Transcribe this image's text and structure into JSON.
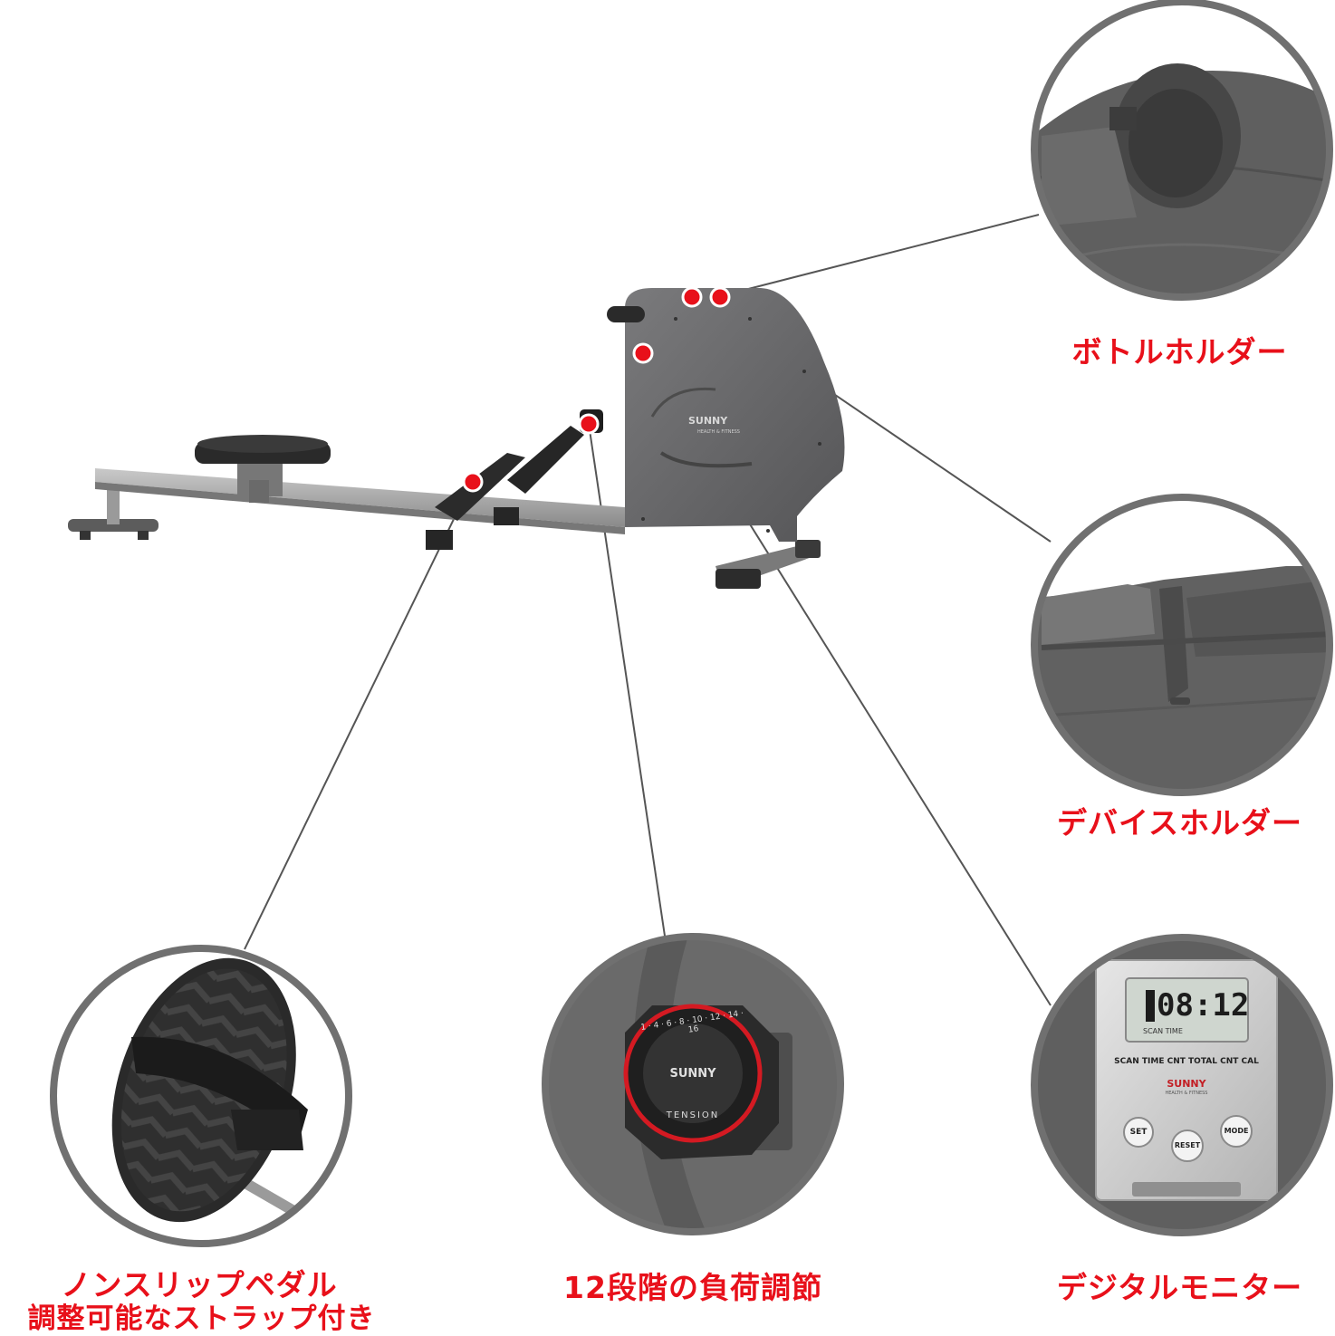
{
  "callouts": {
    "bottle_holder": "ボトルホルダー",
    "device_holder": "デバイスホルダー",
    "pedal_line1": "ノンスリップペダル",
    "pedal_line2": "調整可能なストラップ付き",
    "resistance": "12段階の負荷調節",
    "monitor": "デジタルモニター"
  },
  "brand": {
    "logo": "SUNNY",
    "sublogo": "HEALTH & FITNESS"
  },
  "tension_knob": {
    "scale": "1 · 4 · 6 · 8 · 10 · 12 · 14 · 16",
    "logo": "SUNNY",
    "caption": "TENSION"
  },
  "monitor_panel": {
    "lcd_value": "08:12",
    "lcd_mode": "SCAN TIME",
    "modes": "SCAN TIME CNT TOTAL CNT CAL",
    "buttons": [
      "SET",
      "RESET",
      "MODE"
    ]
  },
  "colors": {
    "accent": "#e8101a",
    "frame_gray": "#6d6d6f",
    "body_gray": "#5a5a5c"
  }
}
